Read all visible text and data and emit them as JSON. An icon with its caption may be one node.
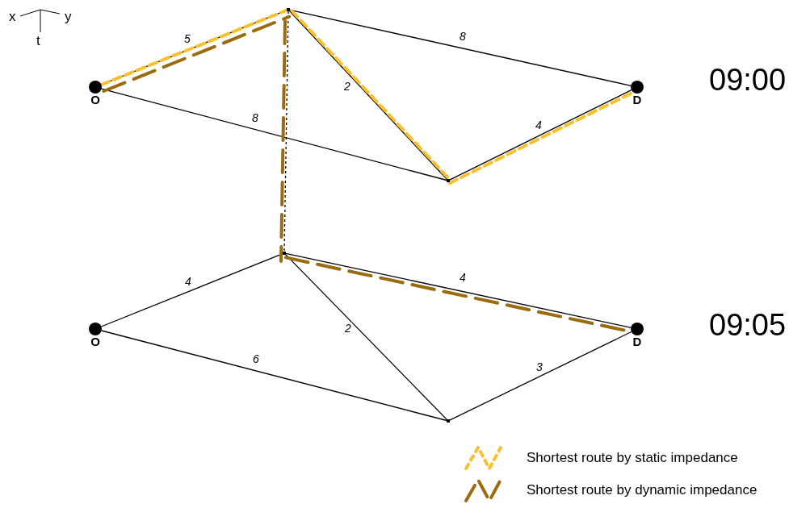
{
  "diagram": {
    "nodes": [
      {
        "text": [],
        "shape": "circle",
        "beside": [
          "O"
        ]
      },
      {
        "text": [],
        "shape": "point"
      },
      {
        "text": [],
        "shape": "point"
      },
      {
        "text": [],
        "shape": "circle",
        "beside": [
          "D"
        ]
      },
      {
        "text": [],
        "shape": "circle",
        "beside": [
          "O"
        ]
      },
      {
        "text": [],
        "shape": "point"
      },
      {
        "text": [],
        "shape": "point"
      },
      {
        "text": [],
        "shape": "circle",
        "beside": [
          "D"
        ]
      }
    ],
    "edges": [
      {
        "from": 0,
        "to": 1,
        "arrow": "none",
        "label": "5"
      },
      {
        "from": 1,
        "to": 3,
        "arrow": "none",
        "label": "8"
      },
      {
        "from": 1,
        "to": 2,
        "arrow": "none",
        "label": "2"
      },
      {
        "from": 0,
        "to": 2,
        "arrow": "none",
        "label": "8"
      },
      {
        "from": 2,
        "to": 3,
        "arrow": "none",
        "label": "4"
      },
      {
        "from": 1,
        "to": 5,
        "arrow": "none",
        "style": "dashed"
      },
      {
        "from": 4,
        "to": 5,
        "arrow": "none",
        "label": "4"
      },
      {
        "from": 5,
        "to": 7,
        "arrow": "none",
        "label": "4"
      },
      {
        "from": 5,
        "to": 6,
        "arrow": "none",
        "label": "2"
      },
      {
        "from": 4,
        "to": 6,
        "arrow": "none",
        "label": "6"
      },
      {
        "from": 6,
        "to": 7,
        "arrow": "none",
        "label": "3"
      },
      {
        "from": 0,
        "to": 1,
        "arrow": "none",
        "style": "dashed",
        "color": "#fbc02d"
      },
      {
        "from": 1,
        "to": 2,
        "arrow": "none",
        "style": "dashed",
        "color": "#fbc02d"
      },
      {
        "from": 2,
        "to": 3,
        "arrow": "none",
        "style": "dashed",
        "color": "#fbc02d"
      },
      {
        "from": 0,
        "to": 1,
        "arrow": "none",
        "style": "dashed",
        "color": "#9b6c0e"
      },
      {
        "from": 1,
        "to": 5,
        "arrow": "none",
        "style": "dashed",
        "color": "#9b6c0e"
      },
      {
        "from": 5,
        "to": 7,
        "arrow": "none",
        "style": "dashed",
        "color": "#9b6c0e"
      }
    ],
    "labels": [
      "x",
      "y",
      "t",
      "09:00",
      "09:05"
    ],
    "legend": [
      {
        "text": "Shortest route by static impedance"
      },
      {
        "text": "Shortest route by dynamic impedance"
      }
    ]
  }
}
